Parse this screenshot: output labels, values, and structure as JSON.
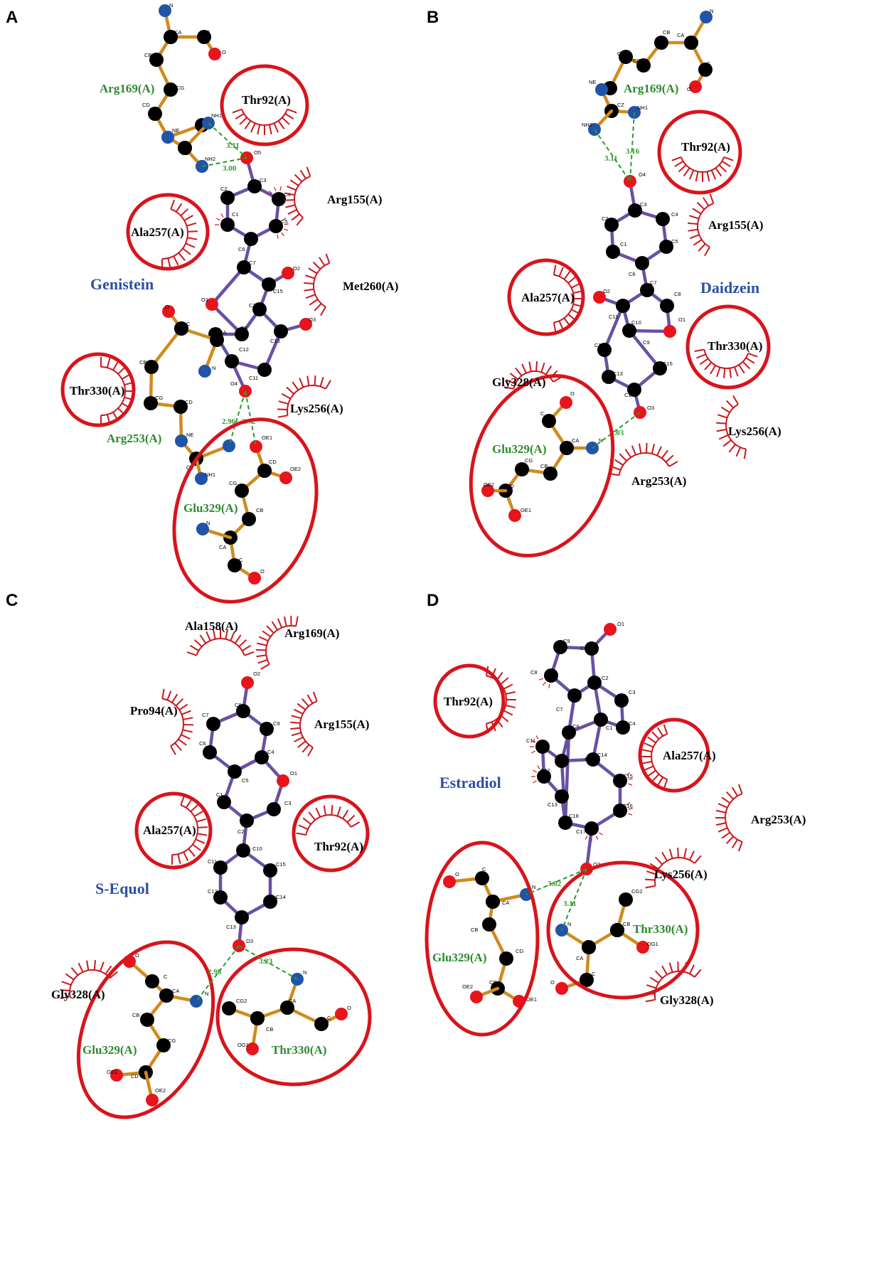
{
  "colors": {
    "ligand_bond": "#6a4fa5",
    "residue_bond": "#cf8b1c",
    "carbon": "#000000",
    "oxygen": "#e8141c",
    "nitrogen": "#2154a8",
    "hbond": "#2d9a2d",
    "hydrophobic": "#c8191e",
    "circle": "#d8141c",
    "ligand_label": "#2d4fa3",
    "hbond_residue_label": "#2d8a2d"
  },
  "panels": [
    {
      "letter": "A",
      "ligand": "Genistein",
      "hbond_residues": [
        "Arg169(A)",
        "Arg253(A)",
        "Glu329(A)"
      ],
      "hydrophobic_residues": [
        "Thr92(A)",
        "Arg155(A)",
        "Ala257(A)",
        "Met260(A)",
        "Thr330(A)",
        "Lys256(A)"
      ],
      "distances": [
        "3.11",
        "3.00",
        "2.96",
        "2.72"
      ]
    },
    {
      "letter": "B",
      "ligand": "Daidzein",
      "hbond_residues": [
        "Arg169(A)",
        "Glu329(A)"
      ],
      "hydrophobic_residues": [
        "Thr92(A)",
        "Arg155(A)",
        "Ala257(A)",
        "Thr330(A)",
        "Gly328(A)",
        "Lys256(A)",
        "Arg253(A)"
      ],
      "distances": [
        "3.11",
        "3.16",
        "3.03"
      ]
    },
    {
      "letter": "C",
      "ligand": "S-Equol",
      "hbond_residues": [
        "Glu329(A)",
        "Thr330(A)"
      ],
      "hydrophobic_residues": [
        "Ala158(A)",
        "Arg169(A)",
        "Pro94(A)",
        "Arg155(A)",
        "Ala257(A)",
        "Thr92(A)",
        "Gly328(A)"
      ],
      "distances": [
        "2.98",
        "3.23"
      ]
    },
    {
      "letter": "D",
      "ligand": "Estradiol",
      "hbond_residues": [
        "Glu329(A)",
        "Thr330(A)"
      ],
      "hydrophobic_residues": [
        "Thr92(A)",
        "Ala257(A)",
        "Arg253(A)",
        "Lys256(A)",
        "Gly328(A)"
      ],
      "distances": [
        "3.02",
        "3.11"
      ]
    }
  ]
}
